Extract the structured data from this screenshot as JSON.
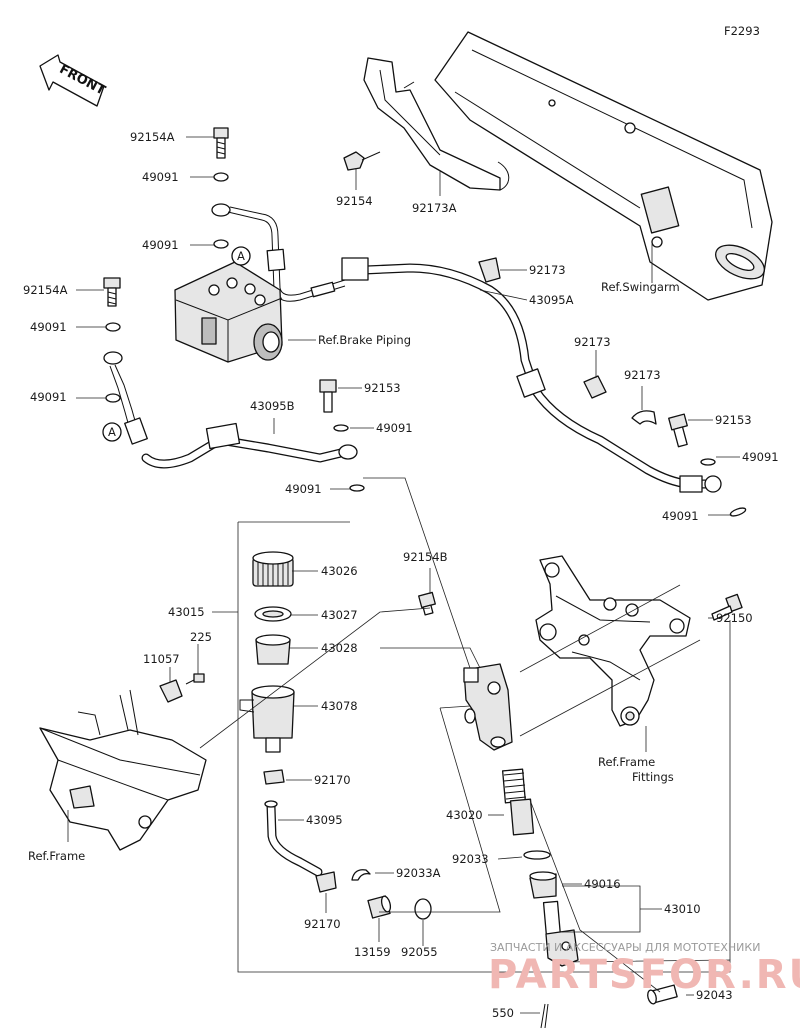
{
  "figure_code": "F2293",
  "front_arrow_label": "FRONT",
  "labels": {
    "p92154A_top": "92154A",
    "p49091_a": "49091",
    "p49091_b": "49091",
    "p92154": "92154",
    "p92173A": "92173A",
    "ref_swingarm": "Ref.Swingarm",
    "p92154A_left": "92154A",
    "p49091_c": "49091",
    "p49091_d": "49091",
    "ref_brake_piping": "Ref.Brake Piping",
    "p92173_a": "92173",
    "p43095A": "43095A",
    "p92173_b": "92173",
    "p92173_c": "92173",
    "p92153_a": "92153",
    "p43095B": "43095B",
    "p49091_e": "49091",
    "p49091_f": "49091",
    "p92153_b": "92153",
    "p49091_g": "49091",
    "p49091_h": "49091",
    "p92154B": "92154B",
    "p43026": "43026",
    "p43015": "43015",
    "p43027": "43027",
    "p43028": "43028",
    "p225": "225",
    "p11057": "11057",
    "p43078": "43078",
    "p92150": "92150",
    "ref_frame_fittings_1": "Ref.Frame",
    "ref_frame_fittings_2": "Fittings",
    "p92170_a": "92170",
    "p43095": "43095",
    "p43020": "43020",
    "ref_frame": "Ref.Frame",
    "p92033": "92033",
    "p92033A": "92033A",
    "p49016": "49016",
    "p43010": "43010",
    "p92170_b": "92170",
    "p13159": "13159",
    "p92055": "92055",
    "p92043": "92043",
    "p550": "550"
  },
  "circle_marks": {
    "mark_a1": "A",
    "mark_a2": "A"
  },
  "watermark": {
    "caption": "ЗАПЧАСТИ И АКСЕССУАРЫ ДЛЯ МОТОТЕХНИКИ",
    "brand": "PARTSFOR.RU"
  }
}
